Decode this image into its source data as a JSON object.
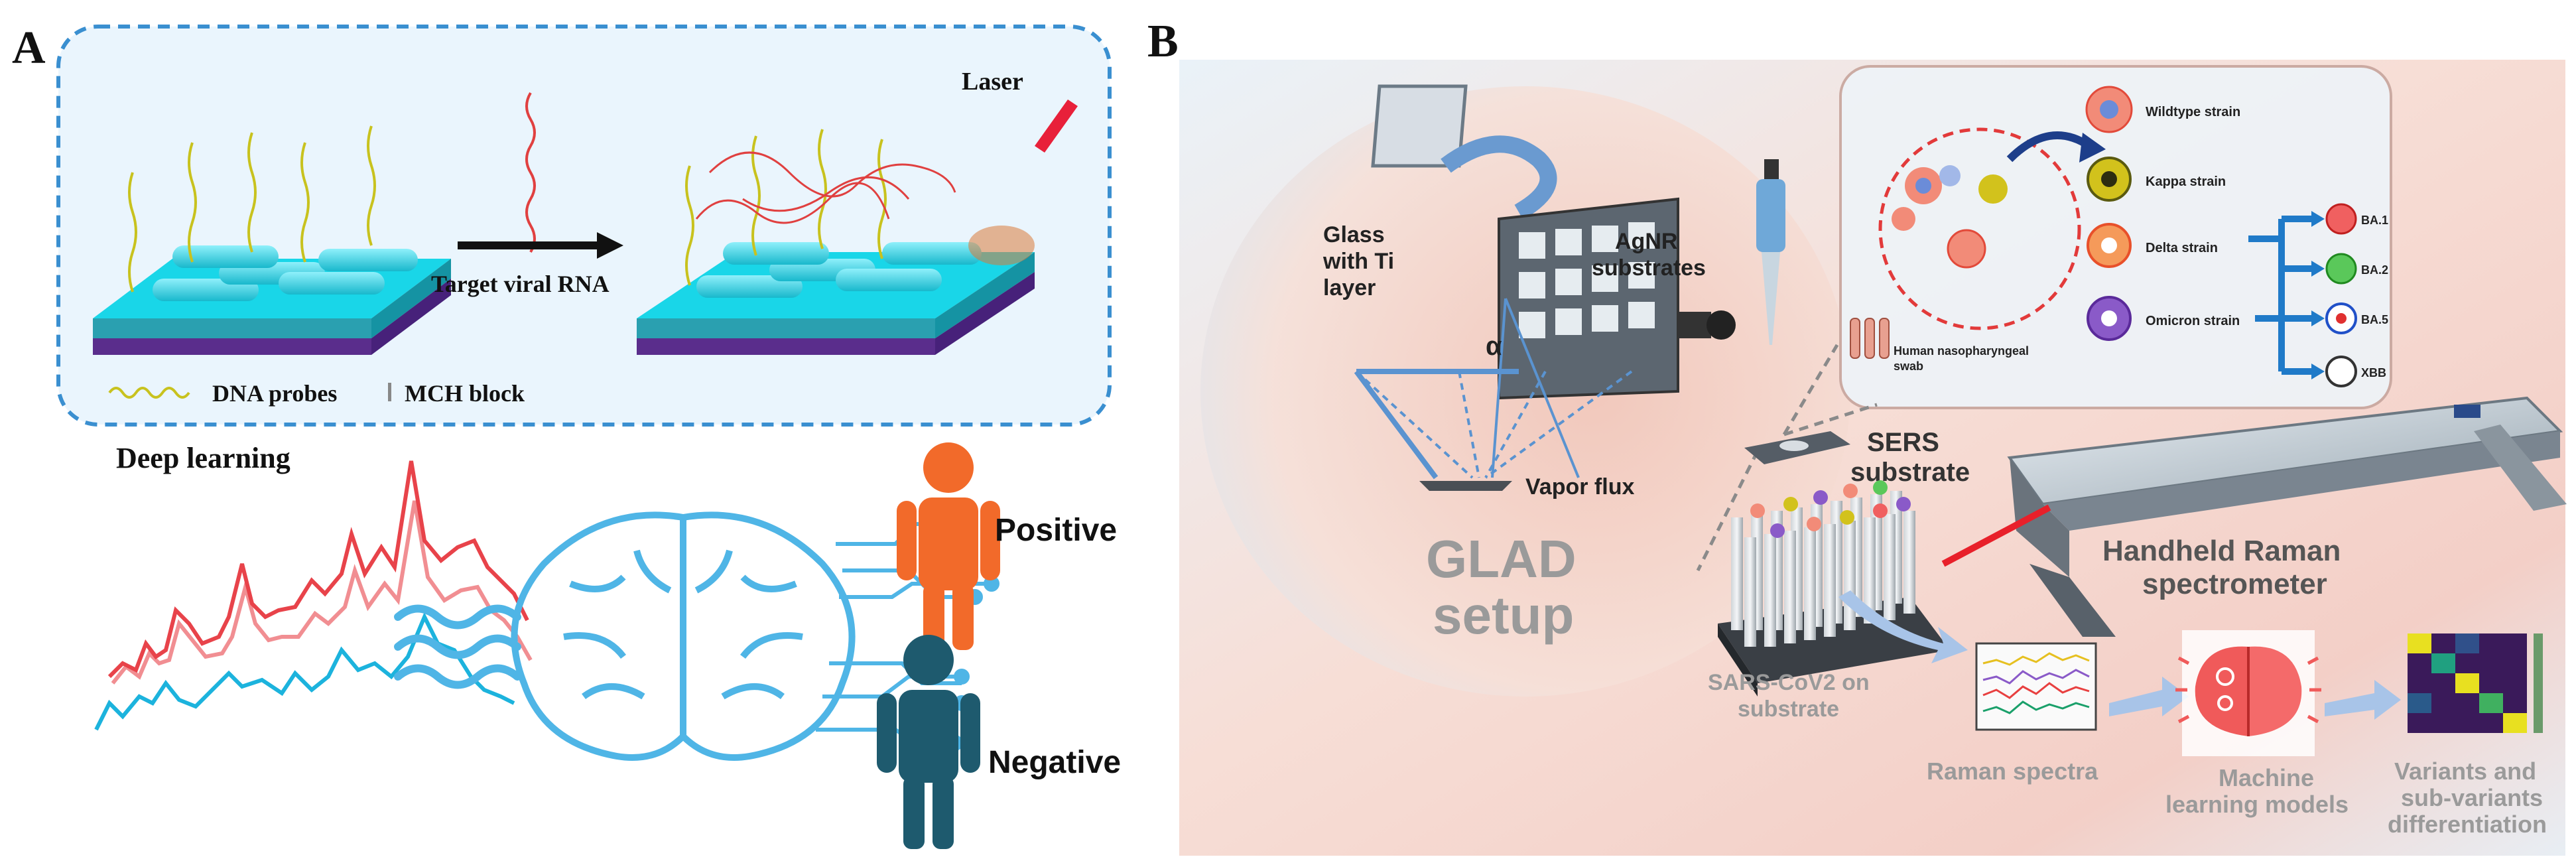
{
  "panels": {
    "a": {
      "letter": "A",
      "scheme": {
        "laser": "Laser",
        "arrow_label": "Target viral RNA",
        "legend_probes": "DNA probes",
        "legend_mch": "MCH block"
      },
      "deep_learning": {
        "title": "Deep learning",
        "positive": "Positive",
        "negative": "Negative"
      }
    },
    "b": {
      "letter": "B",
      "glad": {
        "glass_line1": "Glass",
        "glass_line2": "with Ti",
        "glass_line3": "layer",
        "agnr_line1": "AgNR",
        "agnr_line2": "substrates",
        "alpha": "α",
        "vapor": "Vapor flux",
        "setup_line1": "GLAD",
        "setup_line2": "setup"
      },
      "strains": {
        "wildtype": "Wildtype strain",
        "kappa": "Kappa strain",
        "delta": "Delta strain",
        "omicron": "Omicron strain",
        "ba1": "BA.1",
        "ba2": "BA.2",
        "ba5": "BA.5",
        "xbb": "XBB",
        "swab_line1": "Human nasopharyngeal",
        "swab_line2": "swab"
      },
      "sers_line1": "SERS",
      "sers_line2": "substrate",
      "raman_device_line1": "Handheld Raman",
      "raman_device_line2": "spectrometer",
      "sars_line1": "SARS-CoV2 on",
      "sars_line2": "substrate",
      "spectra_label": "Raman spectra",
      "ml_line1": "Machine",
      "ml_line2": "learning models",
      "variants_line1": "Variants and",
      "variants_line2": "sub-variants",
      "variants_line3": "differentiation"
    }
  },
  "colors": {
    "dashed_border": "#3a8fd0",
    "substrate_top": "#19d6e8",
    "substrate_side": "#5a2d8c",
    "positive_person": "#f26a2a",
    "negative_person": "#1e5a6e",
    "spectrum_red": "#e8434a",
    "spectrum_blue": "#1cb3dd",
    "brain_blue": "#4fb5e6"
  }
}
